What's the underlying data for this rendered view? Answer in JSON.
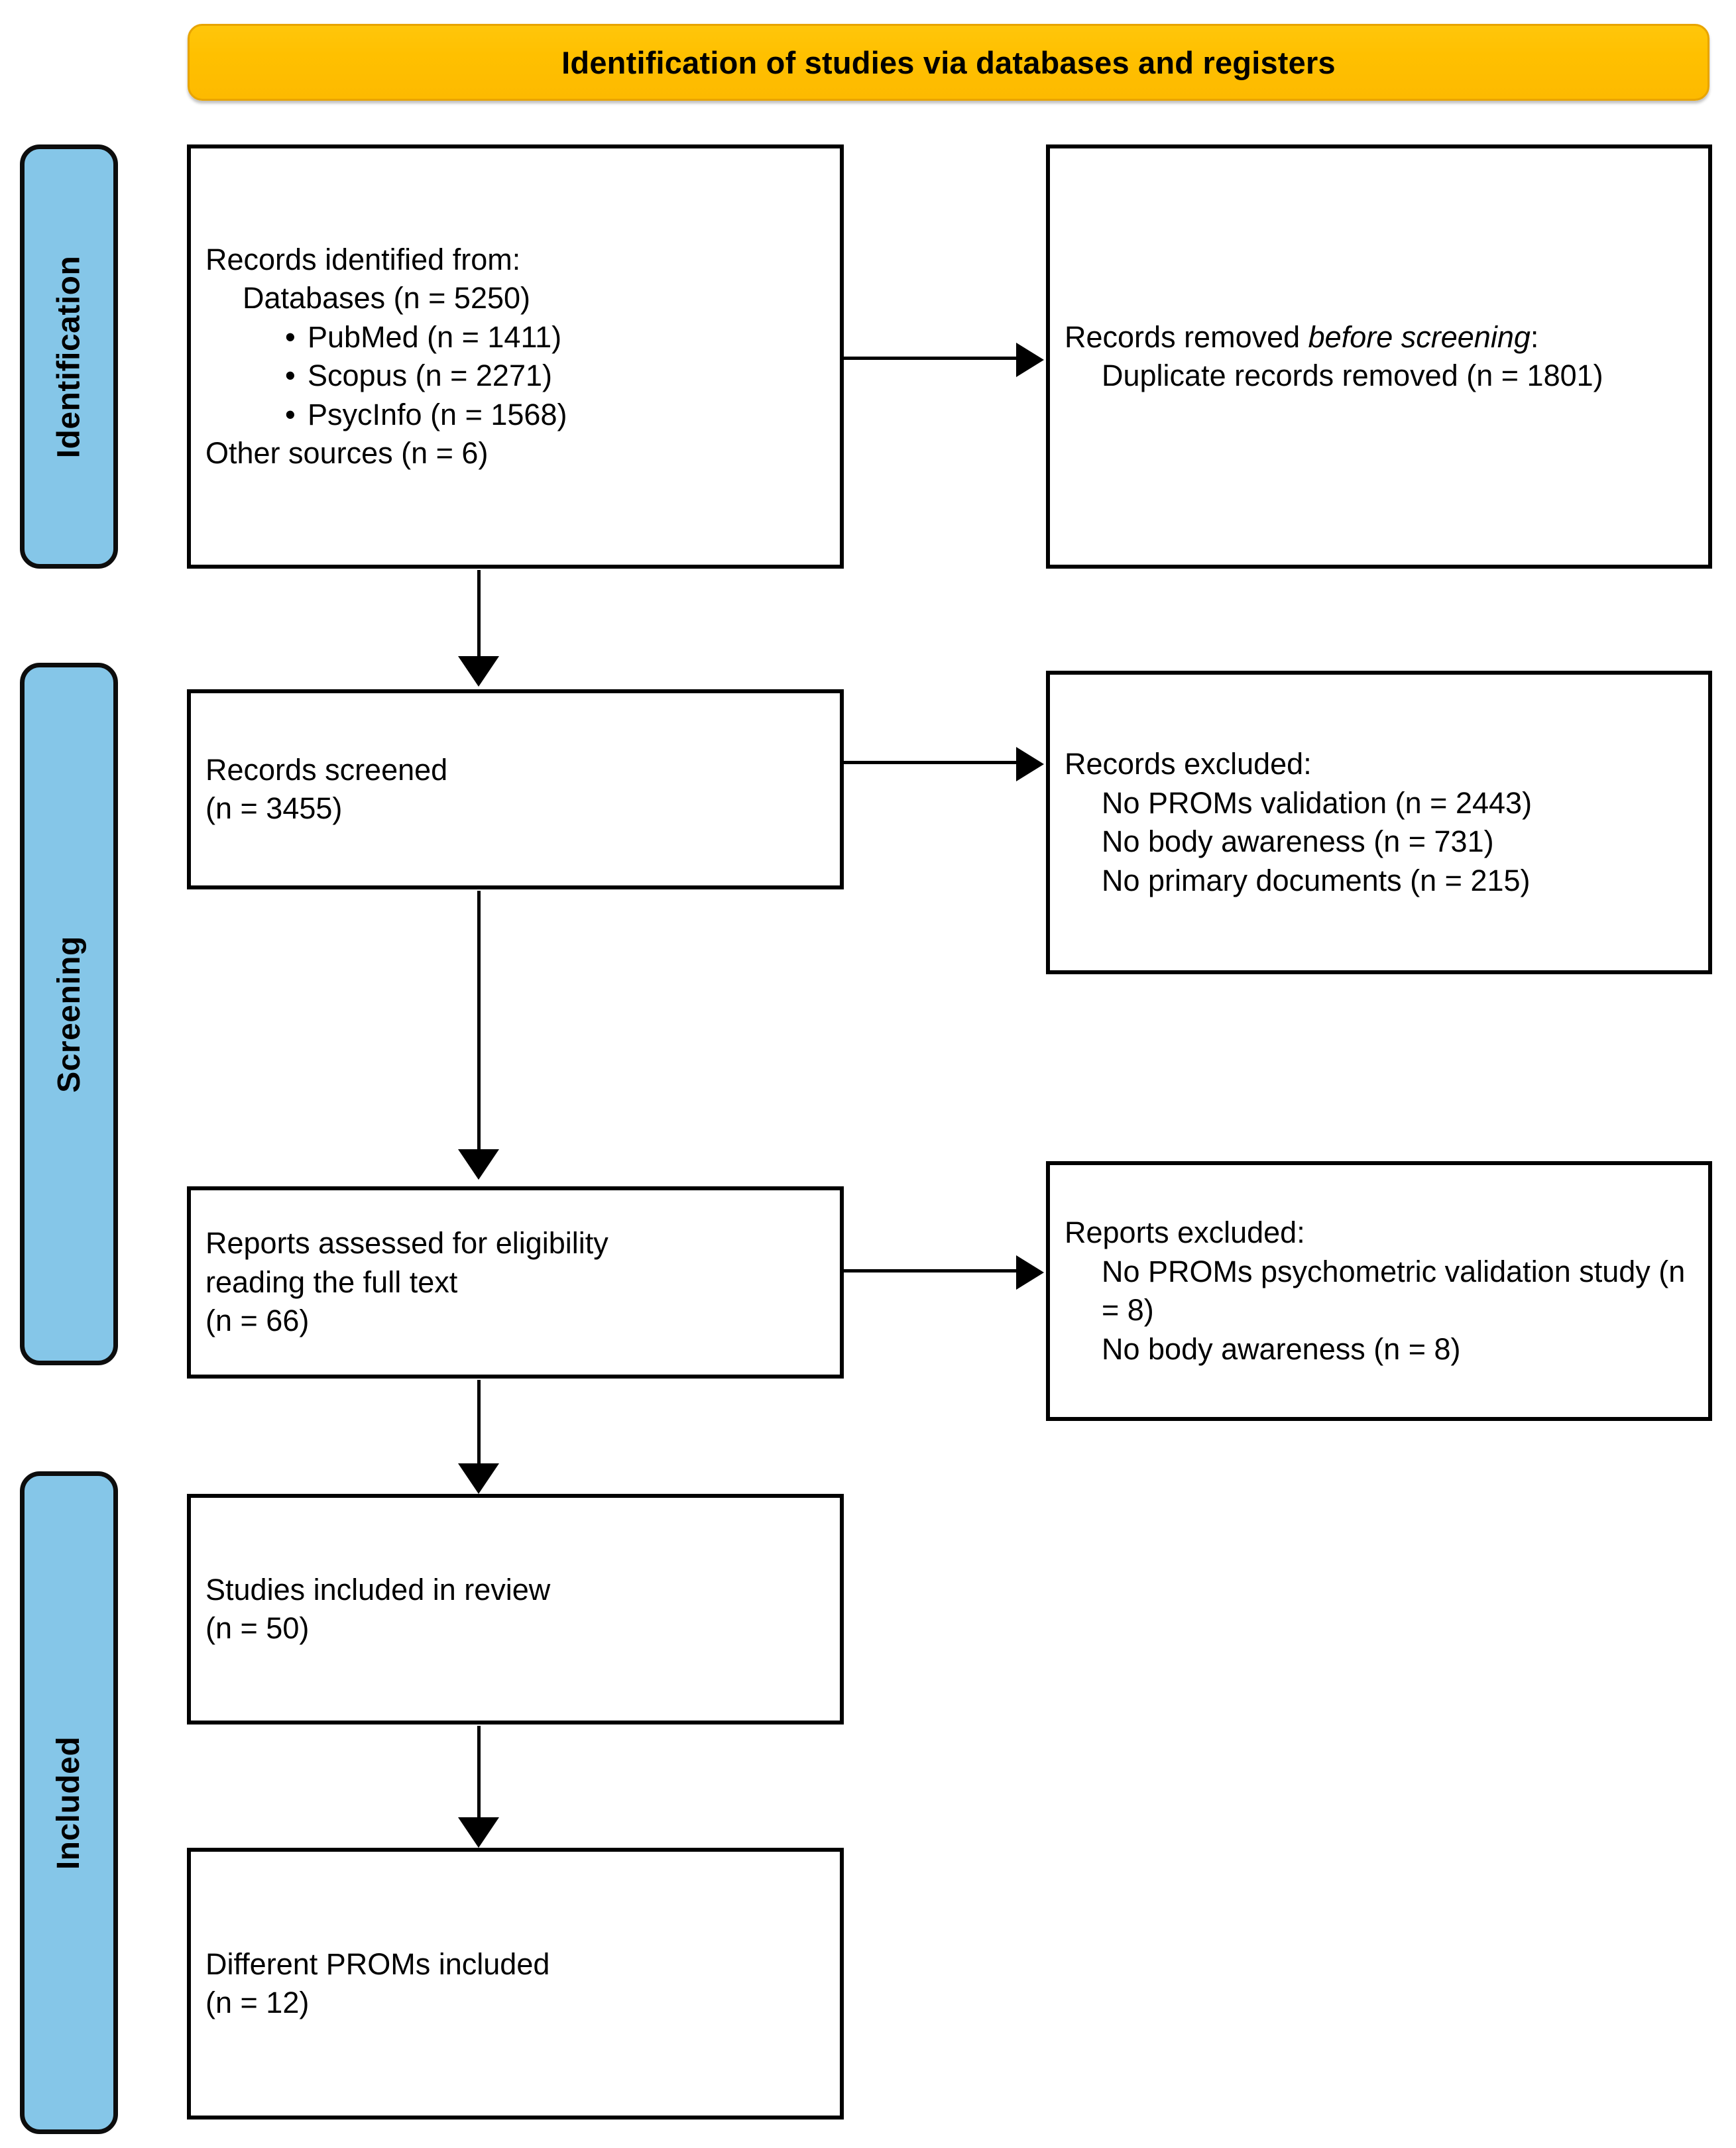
{
  "banner": {
    "title": "Identification of studies via databases and registers",
    "color": "#FFC000"
  },
  "stages": {
    "identification": "Identification",
    "screening": "Screening",
    "included": "Included",
    "color": "#85C6E8"
  },
  "boxes": {
    "identified": {
      "heading": "Records identified from:",
      "databases": "Databases (n = 5250)",
      "bullets": [
        "PubMed (n = 1411)",
        "Scopus (n = 2271)",
        "PsycInfo (n = 1568)"
      ],
      "bullet_glyph": "•",
      "other_sources": "Other sources (n = 6)"
    },
    "removed_before_screening": {
      "heading_lead": "Records removed ",
      "heading_italic": "before screening",
      "heading_tail": ":",
      "item": "Duplicate records removed (n = 1801)"
    },
    "screened": {
      "line1": "Records screened",
      "line2": "(n = 3455)"
    },
    "records_excluded": {
      "heading": "Records excluded:",
      "items": [
        "No PROMs validation (n = 2443)",
        "No body awareness (n = 731)",
        "No primary documents (n = 215)"
      ]
    },
    "eligibility": {
      "line1": "Reports assessed for eligibility",
      "line2": "reading the full text",
      "line3": "(n = 66)"
    },
    "reports_excluded": {
      "heading": "Reports excluded:",
      "items": [
        "No PROMs psychometric validation study (n = 8)",
        "No body awareness (n = 8)"
      ]
    },
    "studies_included": {
      "line1": "Studies included in review",
      "line2": "(n = 50)"
    },
    "proms_included": {
      "line1": "Different PROMs included",
      "line2": "(n = 12)"
    }
  },
  "chart_data": {
    "type": "diagram",
    "title": "Identification of studies via databases and registers",
    "nodes": [
      {
        "id": "identified",
        "stage": "Identification",
        "column": "left",
        "label": "Records identified from",
        "databases_total": 5250,
        "other_sources": 6,
        "sources": [
          {
            "name": "PubMed",
            "n": 1411
          },
          {
            "name": "Scopus",
            "n": 2271
          },
          {
            "name": "PsycInfo",
            "n": 1568
          }
        ]
      },
      {
        "id": "removed_before_screening",
        "stage": "Identification",
        "column": "right",
        "label": "Records removed before screening",
        "duplicate_records_removed": 1801
      },
      {
        "id": "screened",
        "stage": "Screening",
        "column": "left",
        "label": "Records screened",
        "n": 3455
      },
      {
        "id": "records_excluded",
        "stage": "Screening",
        "column": "right",
        "label": "Records excluded",
        "reasons": [
          {
            "reason": "No PROMs validation",
            "n": 2443
          },
          {
            "reason": "No body awareness",
            "n": 731
          },
          {
            "reason": "No primary documents",
            "n": 215
          }
        ]
      },
      {
        "id": "eligibility",
        "stage": "Screening",
        "column": "left",
        "label": "Reports assessed for eligibility reading the full text",
        "n": 66
      },
      {
        "id": "reports_excluded",
        "stage": "Screening",
        "column": "right",
        "label": "Reports excluded",
        "reasons": [
          {
            "reason": "No PROMs psychometric validation study",
            "n": 8
          },
          {
            "reason": "No body awareness",
            "n": 8
          }
        ]
      },
      {
        "id": "studies_included",
        "stage": "Included",
        "column": "left",
        "label": "Studies included in review",
        "n": 50
      },
      {
        "id": "proms_included",
        "stage": "Included",
        "column": "left",
        "label": "Different PROMs included",
        "n": 12
      }
    ],
    "edges": [
      {
        "from": "identified",
        "to": "removed_before_screening",
        "direction": "right"
      },
      {
        "from": "identified",
        "to": "screened",
        "direction": "down"
      },
      {
        "from": "screened",
        "to": "records_excluded",
        "direction": "right"
      },
      {
        "from": "screened",
        "to": "eligibility",
        "direction": "down"
      },
      {
        "from": "eligibility",
        "to": "reports_excluded",
        "direction": "right"
      },
      {
        "from": "eligibility",
        "to": "studies_included",
        "direction": "down"
      },
      {
        "from": "studies_included",
        "to": "proms_included",
        "direction": "down"
      }
    ]
  }
}
